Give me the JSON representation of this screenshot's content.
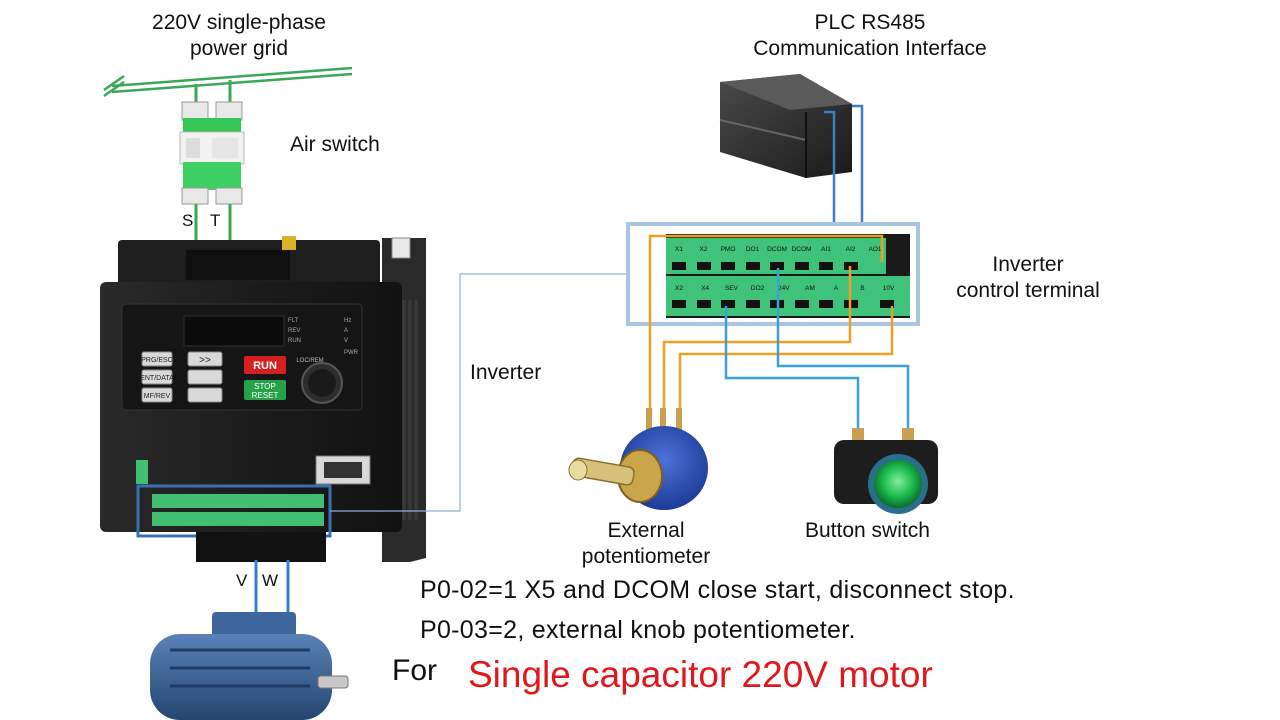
{
  "labels": {
    "power_grid": [
      "220V single-phase",
      "power grid"
    ],
    "air_switch": "Air switch",
    "input_terminals": [
      "S",
      "T"
    ],
    "plc": [
      "PLC RS485",
      "Communication Interface"
    ],
    "control_terminal": [
      "Inverter",
      "control terminal"
    ],
    "inverter": "Inverter",
    "potentiometer": [
      "External",
      "potentiometer"
    ],
    "button_switch": "Button switch",
    "output_terminals": [
      "V",
      "W"
    ]
  },
  "terminal_block": {
    "top_row": [
      "X1",
      "X2",
      "PMO",
      "DO1",
      "DCOM",
      "DCOM",
      "AI1",
      "AI2",
      "AO1"
    ],
    "bottom_row": [
      "X2",
      "X4",
      "SEV",
      "DO2",
      "24V",
      "AM",
      "A",
      "B",
      "10V"
    ]
  },
  "keypad": {
    "prg": "PRG/ESC",
    "ent": "ENT/DATA",
    "shift": ">>",
    "mf": "MF/REV",
    "run": "RUN",
    "stop": [
      "STOP",
      "RESET"
    ],
    "loc": "LOC/REM",
    "indicators": [
      "FLT",
      "REV",
      "RUN"
    ],
    "units": [
      "Hz",
      "A",
      "V",
      "PWR"
    ]
  },
  "notes": {
    "line1": "P0-02=1 X5 and DCOM close start, disconnect stop.",
    "line2": "P0-03=2, external knob potentiometer."
  },
  "footer": {
    "prefix": "For",
    "title": "Single capacitor 220V motor"
  },
  "colors": {
    "title_red": "#e0171b",
    "wire_green": "#3aa858",
    "wire_orange": "#f0a020",
    "wire_blue": "#3a7fc8",
    "terminal_green": "#3fc27a",
    "frame_blue": "#a9c5e4"
  }
}
